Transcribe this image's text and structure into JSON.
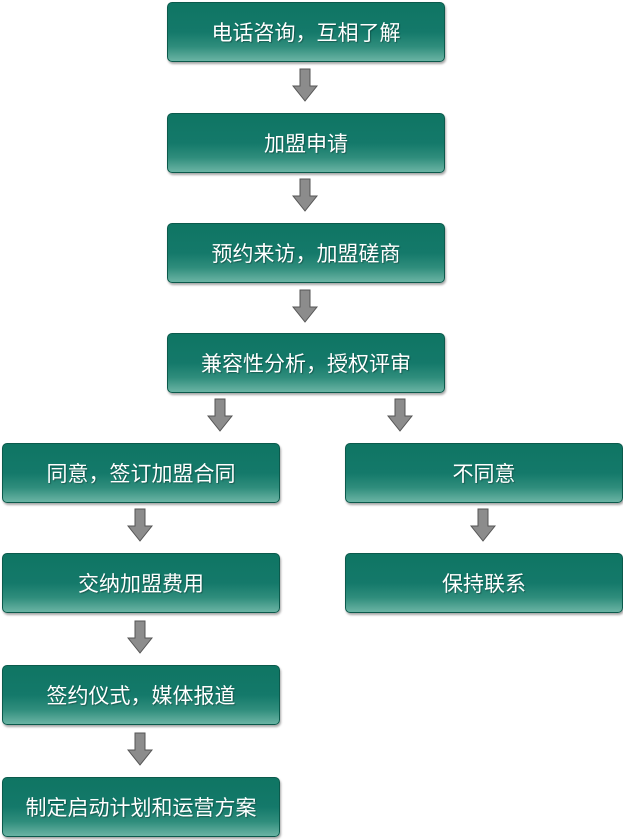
{
  "steps": {
    "s1": "电话咨询，互相了解",
    "s2": "加盟申请",
    "s3": "预约来访，加盟磋商",
    "s4": "兼容性分析，授权评审",
    "agree": "同意，签订加盟合同",
    "pay": "交纳加盟费用",
    "ceremony": "签约仪式，媒体报道",
    "plan": "制定启动计划和运营方案",
    "disagree": "不同意",
    "keep": "保持联系"
  },
  "colors": {
    "box": "#0f7563",
    "box_light": "#6ab4a4",
    "arrow": "#8c8c8c"
  }
}
